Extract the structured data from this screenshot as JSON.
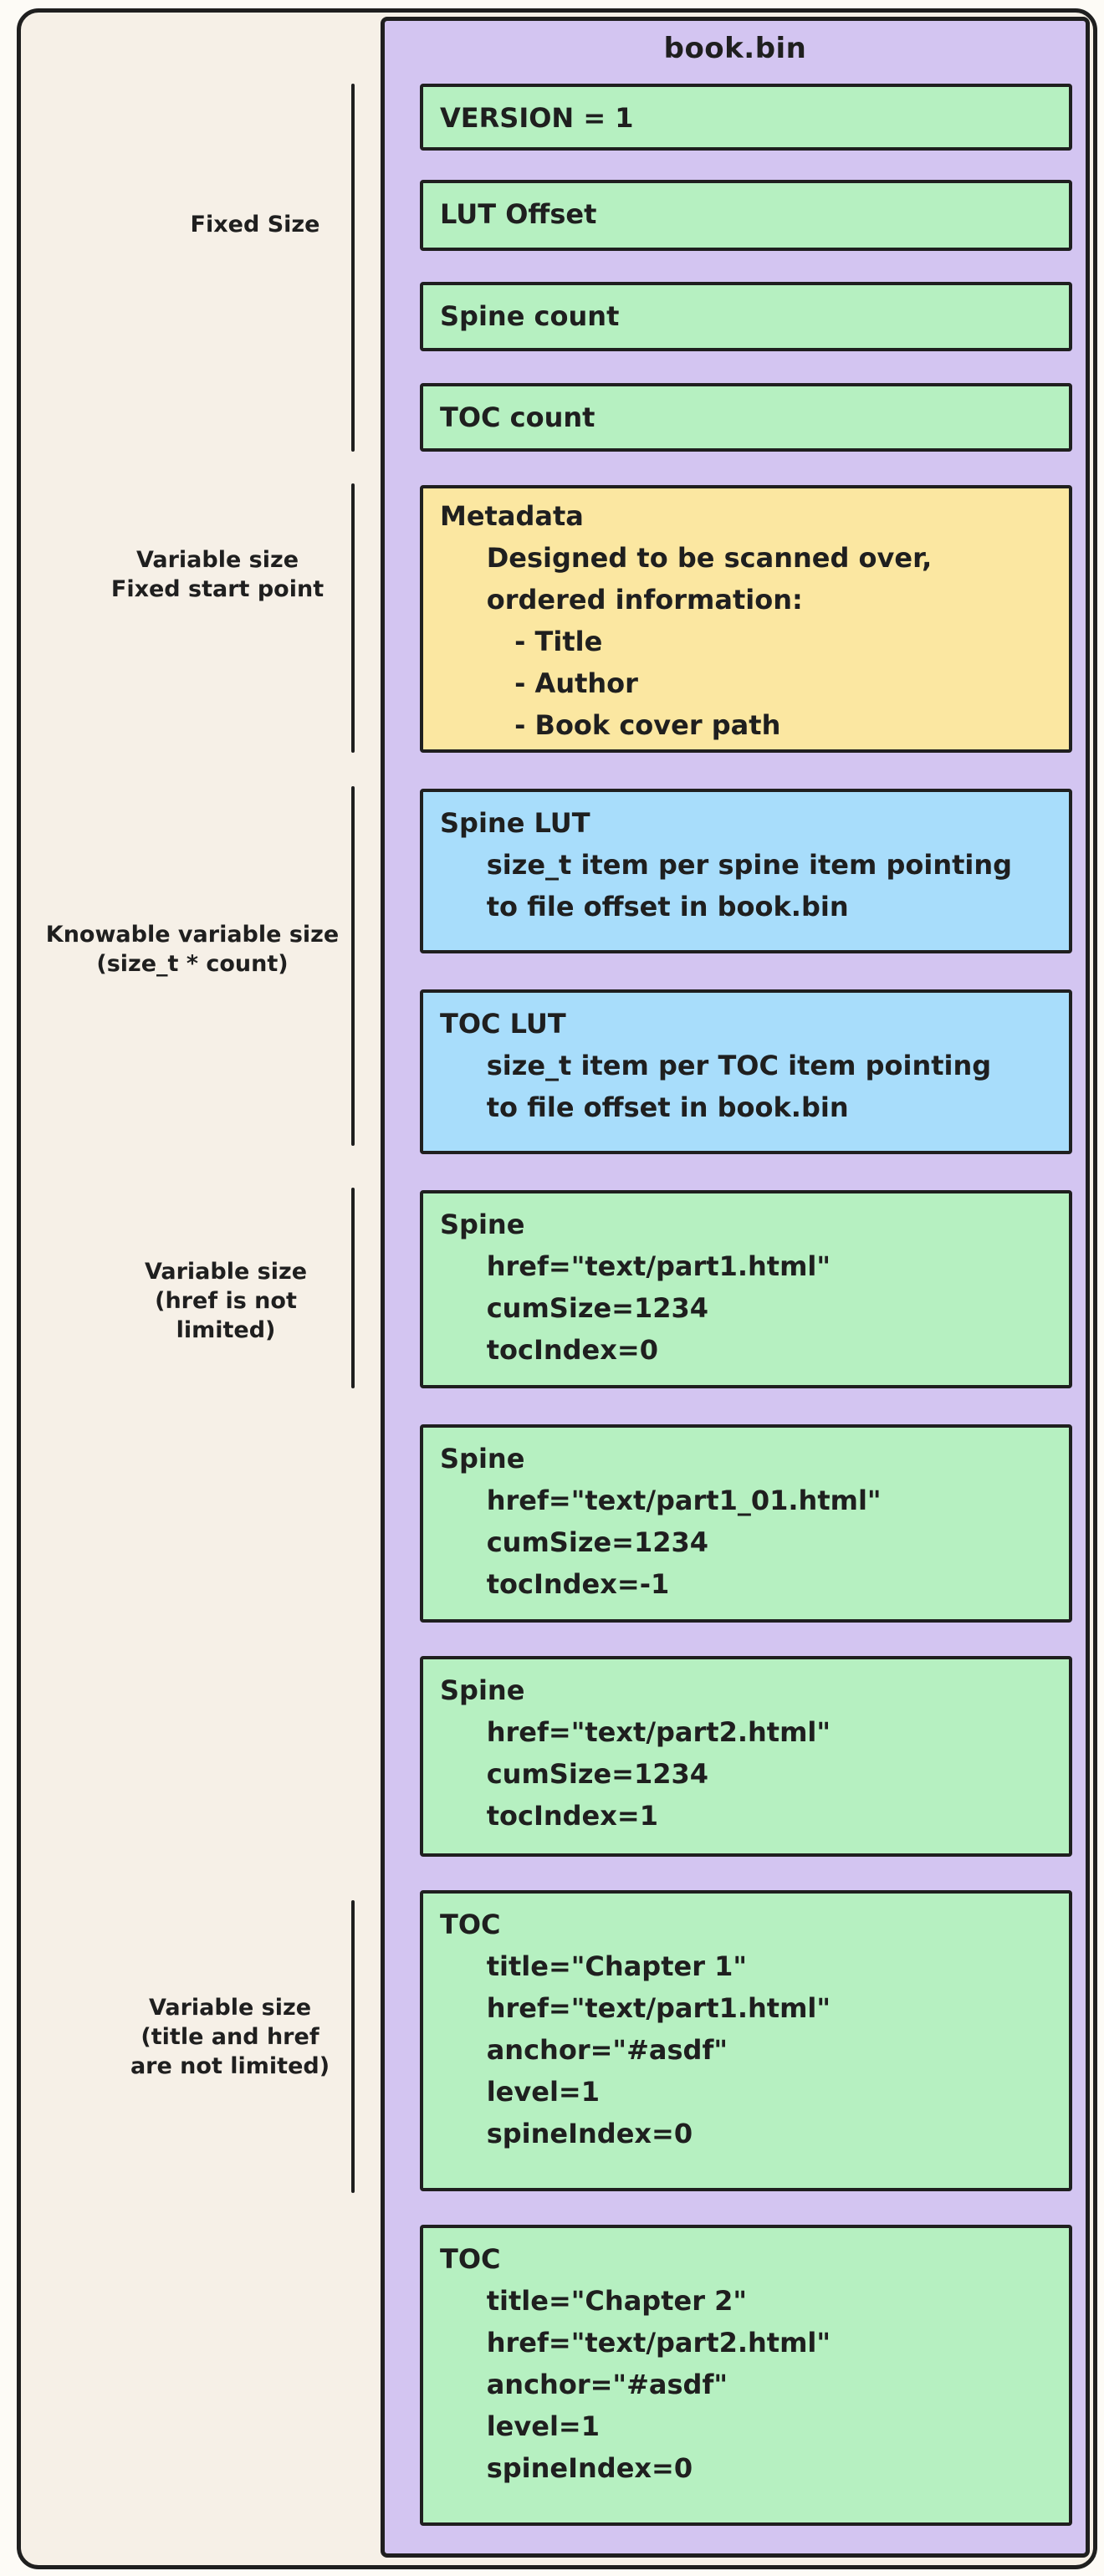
{
  "file": {
    "title": "book.bin"
  },
  "colors": {
    "background": "#f6f0e7",
    "container_purple": "#d3c5f1",
    "field_green": "#b6f0c1",
    "metadata_yellow": "#fbe7a1",
    "lut_blue": "#a8ddfb",
    "ink": "#1f1f1f"
  },
  "sections": [
    {
      "id": "fixed-size",
      "label_lines": [
        "Fixed Size"
      ]
    },
    {
      "id": "variable-fixed-start",
      "label_lines": [
        "Variable size",
        "Fixed start point"
      ]
    },
    {
      "id": "knowable-variable",
      "label_lines": [
        "Knowable variable size",
        "(size_t * count)"
      ]
    },
    {
      "id": "variable-href",
      "label_lines": [
        "Variable size",
        "(href is not",
        "limited)"
      ]
    },
    {
      "id": "variable-title-href",
      "label_lines": [
        "Variable size",
        "(title and href",
        "are not limited)"
      ]
    }
  ],
  "boxes": [
    {
      "name": "version",
      "color": "green",
      "lines": [
        "VERSION = 1"
      ]
    },
    {
      "name": "lut-offset",
      "color": "green",
      "lines": [
        "LUT Offset"
      ]
    },
    {
      "name": "spine-count",
      "color": "green",
      "lines": [
        "Spine count"
      ]
    },
    {
      "name": "toc-count",
      "color": "green",
      "lines": [
        "TOC count"
      ]
    },
    {
      "name": "metadata",
      "color": "yellow",
      "lines": [
        "Metadata",
        "     Designed to be scanned over,",
        "     ordered information:",
        "        - Title",
        "        - Author",
        "        - Book cover path"
      ]
    },
    {
      "name": "spine-lut",
      "color": "blue",
      "lines": [
        "Spine LUT",
        "     size_t item per spine item pointing",
        "     to file offset in book.bin"
      ]
    },
    {
      "name": "toc-lut",
      "color": "blue",
      "lines": [
        "TOC LUT",
        "     size_t item per TOC item pointing",
        "     to file offset in book.bin"
      ]
    },
    {
      "name": "spine-1",
      "color": "green",
      "lines": [
        "Spine",
        "     href=\"text/part1.html\"",
        "     cumSize=1234",
        "     tocIndex=0"
      ]
    },
    {
      "name": "spine-2",
      "color": "green",
      "lines": [
        "Spine",
        "     href=\"text/part1_01.html\"",
        "     cumSize=1234",
        "     tocIndex=-1"
      ]
    },
    {
      "name": "spine-3",
      "color": "green",
      "lines": [
        "Spine",
        "     href=\"text/part2.html\"",
        "     cumSize=1234",
        "     tocIndex=1"
      ]
    },
    {
      "name": "toc-1",
      "color": "green",
      "lines": [
        "TOC",
        "     title=\"Chapter 1\"",
        "     href=\"text/part1.html\"",
        "     anchor=\"#asdf\"",
        "     level=1",
        "     spineIndex=0"
      ]
    },
    {
      "name": "toc-2",
      "color": "green",
      "lines": [
        "TOC",
        "     title=\"Chapter 2\"",
        "     href=\"text/part2.html\"",
        "     anchor=\"#asdf\"",
        "     level=1",
        "     spineIndex=0"
      ]
    }
  ]
}
